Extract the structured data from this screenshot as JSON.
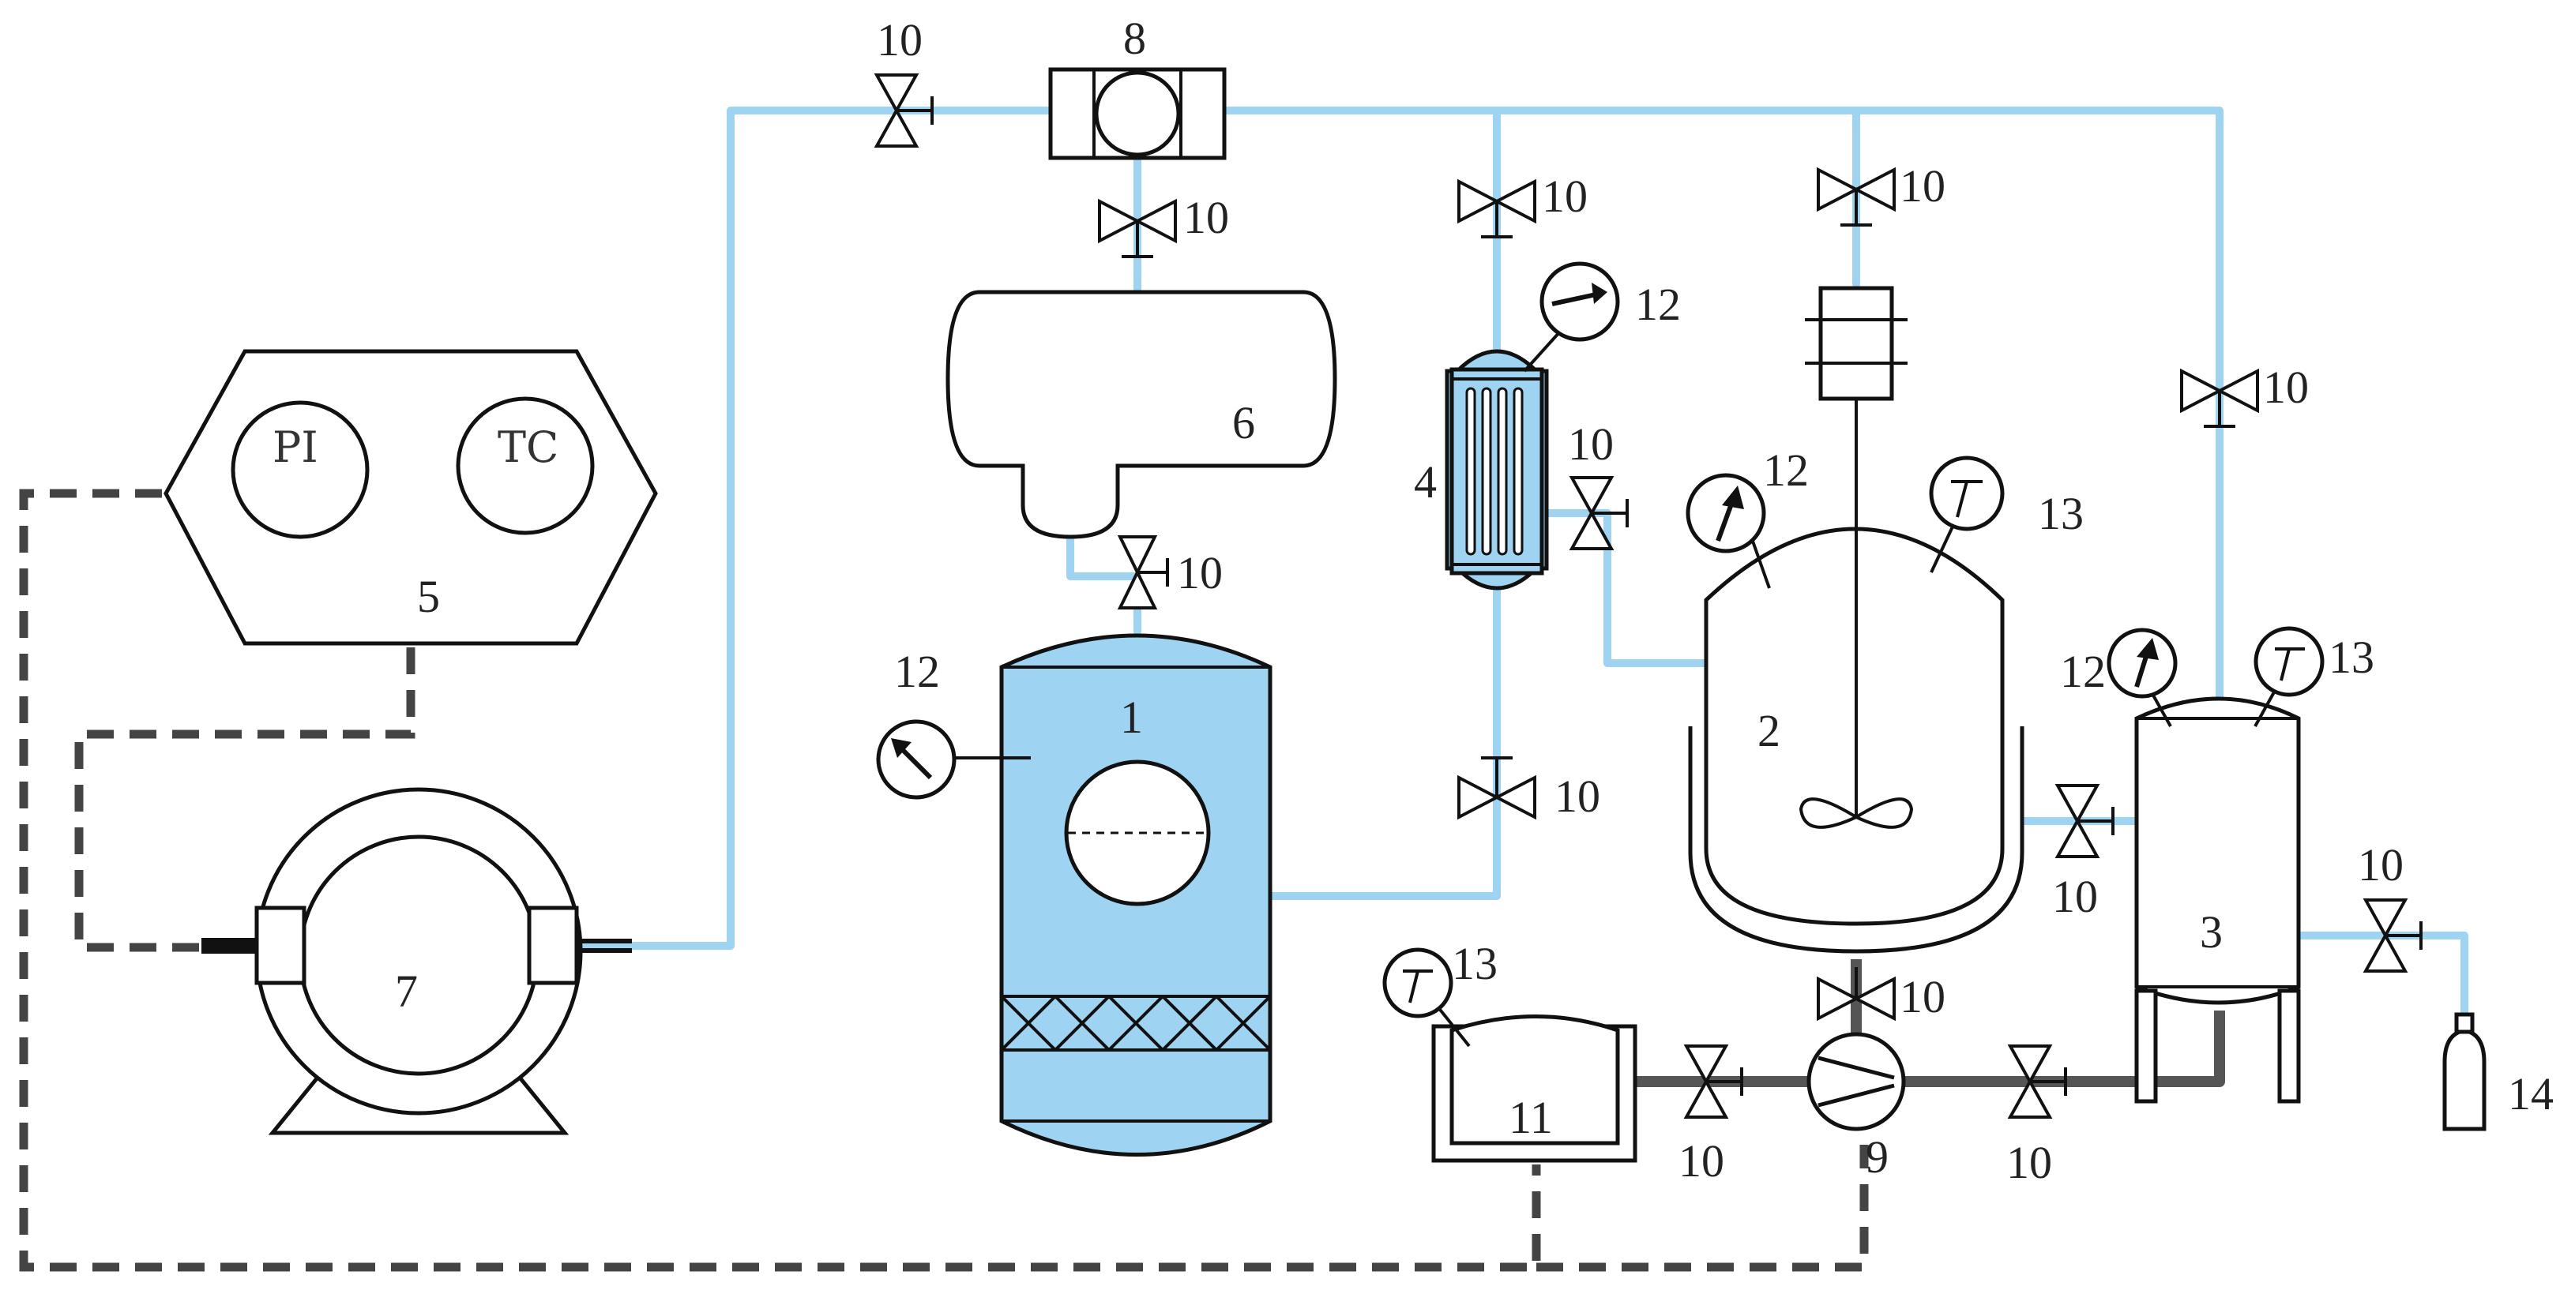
{
  "controller": {
    "left": "PI",
    "right": "TC"
  },
  "labels": {
    "reactor_1": "1",
    "reactor_2": "2",
    "tank_3": "3",
    "condenser_4": "4",
    "control_panel_5": "5",
    "tank_6": "6",
    "compressor_7": "7",
    "valve_8": "8",
    "pump_9": "9",
    "valve": "10",
    "tank_11": "11",
    "gauge": "12",
    "thermometer": "13",
    "gas_cylinder_14": "14"
  },
  "colors": {
    "gas_line": "#9fd3f2",
    "liquid_line": "#555555",
    "signal_line": "#444444",
    "vessel_fill": "#9fd3f2"
  },
  "icons": [
    "valve-icon",
    "pressure-gauge-icon",
    "thermometer-icon",
    "pump-icon",
    "compressor-icon",
    "gas-cylinder-icon",
    "condenser-icon",
    "agitator-icon"
  ]
}
